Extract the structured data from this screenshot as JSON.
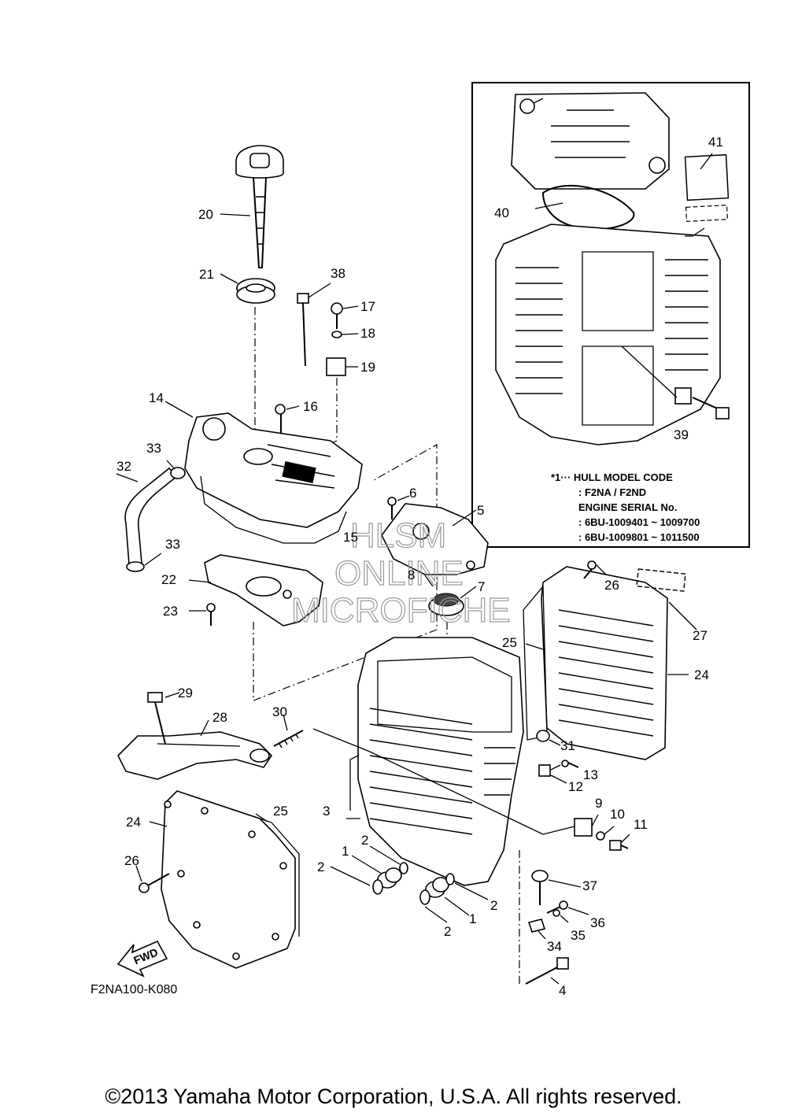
{
  "diagram": {
    "part_labels": [
      "1",
      "1",
      "2",
      "2",
      "2",
      "2",
      "3",
      "4",
      "5",
      "6",
      "7",
      "8",
      "9",
      "10",
      "11",
      "12",
      "13",
      "14",
      "15",
      "16",
      "17",
      "18",
      "19",
      "20",
      "21",
      "22",
      "23",
      "24",
      "24",
      "25",
      "25",
      "26",
      "26",
      "27",
      "28",
      "29",
      "30",
      "31",
      "32",
      "33",
      "33",
      "34",
      "35",
      "36",
      "37",
      "38",
      "39",
      "40",
      "41"
    ],
    "note": {
      "line1": "*1··· HULL MODEL CODE",
      "line2": ": F2NA / F2ND",
      "line3": "ENGINE SERIAL No.",
      "line4": ": 6BU-1009401 ~ 1009700",
      "line5": ": 6BU-1009801 ~ 1011500"
    },
    "watermark": [
      "HLSM",
      "ONLINE",
      "MICROFICHE"
    ],
    "fwd_label": "FWD",
    "drawing_code": "F2NA100-K080"
  },
  "footer": {
    "copyright": "©2013 Yamaha Motor Corporation, U.S.A. All rights reserved."
  }
}
